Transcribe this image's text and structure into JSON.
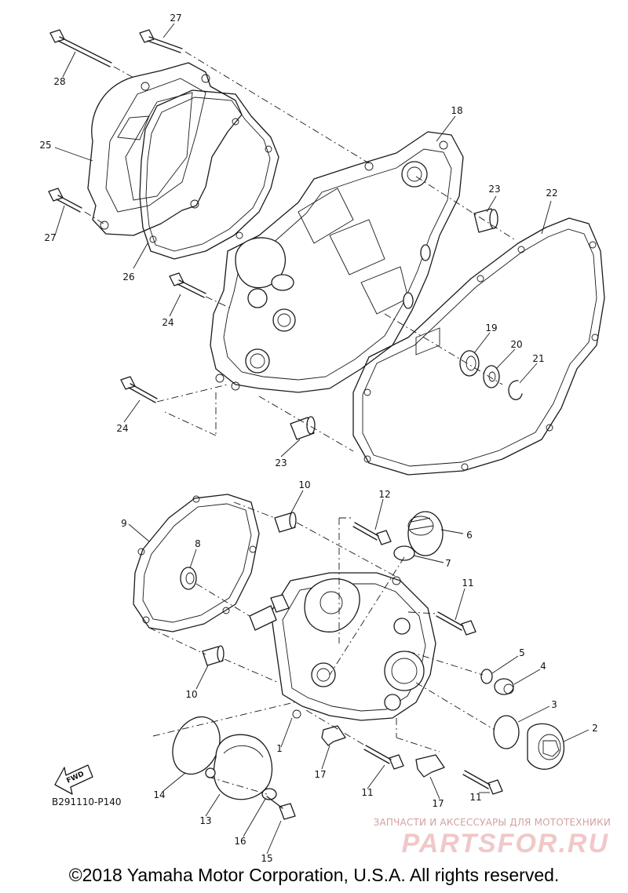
{
  "diagram": {
    "part_labels": {
      "p1": "1",
      "p2": "2",
      "p3": "3",
      "p4": "4",
      "p5": "5",
      "p6": "6",
      "p7": "7",
      "p8": "8",
      "p9": "9",
      "p10a": "10",
      "p10b": "10",
      "p11a": "11",
      "p11b": "11",
      "p11c": "11",
      "p12": "12",
      "p13": "13",
      "p14": "14",
      "p15": "15",
      "p16": "16",
      "p17a": "17",
      "p17b": "17",
      "p18": "18",
      "p19": "19",
      "p20": "20",
      "p21": "21",
      "p22": "22",
      "p23a": "23",
      "p23b": "23",
      "p24a": "24",
      "p24b": "24",
      "p25": "25",
      "p26": "26",
      "p27a": "27",
      "p27b": "27",
      "p28": "28"
    },
    "fwd_label": "FWD",
    "diagram_code": "B291110-P140"
  },
  "watermark": {
    "subtitle": "ЗАПЧАСТИ И АКСЕССУАРЫ ДЛЯ МОТОТЕХНИКИ",
    "logo": "PARTSFOR.RU",
    "color": "#e8b4b4"
  },
  "footer": {
    "copyright": "©2018 Yamaha Motor Corporation, U.S.A. All rights reserved."
  }
}
